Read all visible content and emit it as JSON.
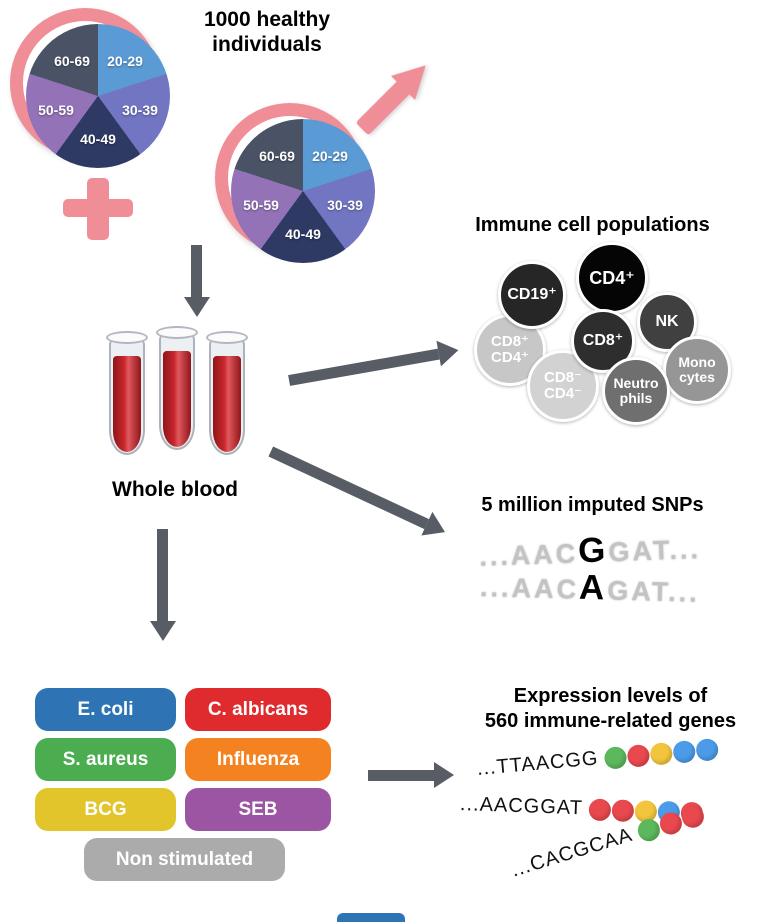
{
  "title": "1000 healthy\nindividuals",
  "icons": {
    "female": "female-gender-symbol",
    "male": "male-gender-symbol",
    "test_tubes": "blood-test-tubes",
    "flow_arrows": "flow-arrow"
  },
  "cohort": {
    "symbol_color": "#F08E97",
    "age_groups": [
      {
        "label": "20-29",
        "color": "#5B9BD5"
      },
      {
        "label": "30-39",
        "color": "#7276C2"
      },
      {
        "label": "40-49",
        "color": "#2E3A64"
      },
      {
        "label": "50-59",
        "color": "#9372B8"
      },
      {
        "label": "60-69",
        "color": "#4A5366"
      }
    ]
  },
  "whole_blood": {
    "label": "Whole blood",
    "blood_color": "#C8272C"
  },
  "immune": {
    "title": "Immune cell populations",
    "cells": [
      {
        "label": "CD19⁺",
        "color": "#262626"
      },
      {
        "label": "CD4⁺",
        "color": "#050505"
      },
      {
        "label": "NK",
        "color": "#404040"
      },
      {
        "label": "CD8⁺",
        "color": "#2E2E2E"
      },
      {
        "label": "CD8⁺\nCD4⁺",
        "color": "#C7C7C7"
      },
      {
        "label": "Mono\ncytes",
        "color": "#969696"
      },
      {
        "label": "CD8⁻\nCD4⁻",
        "color": "#D2D2D2"
      },
      {
        "label": "Neutro\nphils",
        "color": "#6F6F6F"
      }
    ]
  },
  "snps": {
    "title": "5 million imputed SNPs",
    "rows": [
      {
        "prefix": "...AAC",
        "variant": "G",
        "suffix": "GAT..."
      },
      {
        "prefix": "...AAC",
        "variant": "A",
        "suffix": "GAT..."
      }
    ]
  },
  "stimuli": [
    {
      "label": "E. coli",
      "color": "#2E74B5"
    },
    {
      "label": "C. albicans",
      "color": "#DF2B2E"
    },
    {
      "label": "S. aureus",
      "color": "#4BAD50"
    },
    {
      "label": "Influenza",
      "color": "#F58220"
    },
    {
      "label": "BCG",
      "color": "#E2C52A"
    },
    {
      "label": "SEB",
      "color": "#9C55A3"
    },
    {
      "label": "Non stimulated",
      "color": "#ABABAB"
    }
  ],
  "expression": {
    "title": "Expression levels of\n560 immune-related genes",
    "genes": [
      {
        "sequence": "...TTAACGG",
        "beads": [
          "#5CB85C",
          "#E8484E",
          "#F2C53D",
          "#4C9BE8",
          "#4C9BE8"
        ]
      },
      {
        "sequence": "...AACGGAT",
        "beads": [
          "#E8484E",
          "#E8484E",
          "#F2C53D",
          "#4C9BE8",
          "#E8484E"
        ]
      },
      {
        "sequence": "...CACGCAA",
        "beads": [
          "#5CB85C",
          "#E8484E",
          "#E8484E"
        ]
      }
    ]
  },
  "arrow_color": "#575C65"
}
